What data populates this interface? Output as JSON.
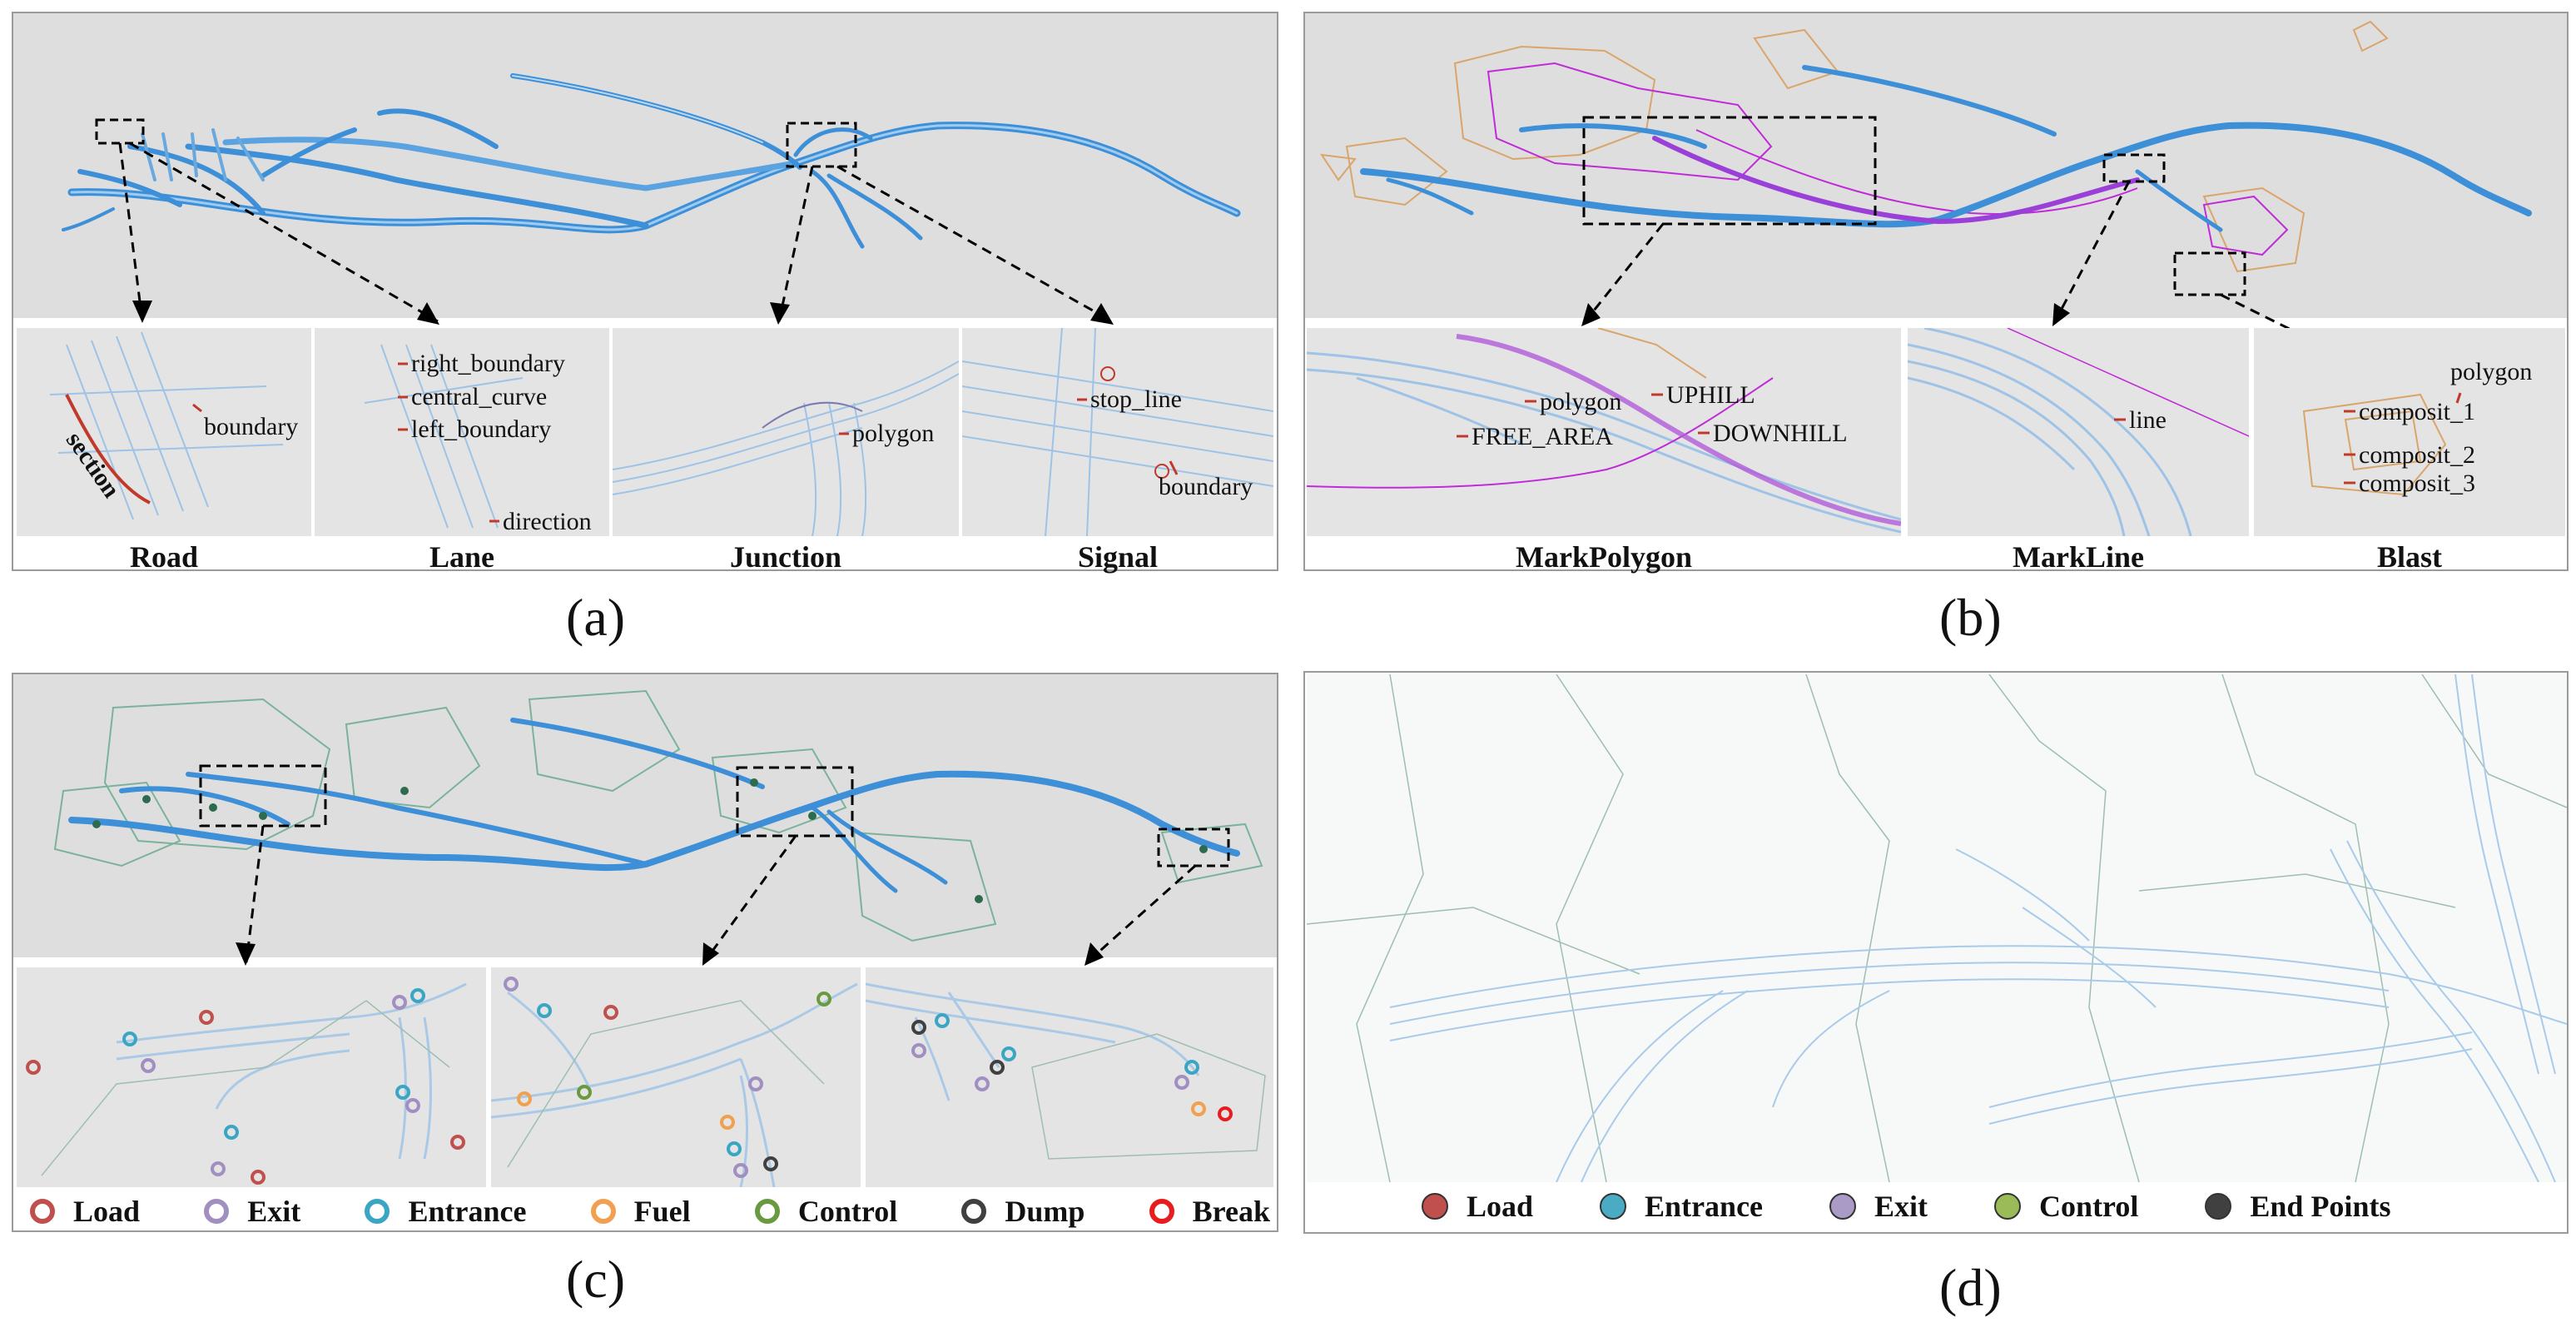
{
  "panels": {
    "a": {
      "label": "(a)",
      "captions": [
        "Road",
        "Lane",
        "Junction",
        "Signal"
      ],
      "annotations": {
        "road_boundary": "boundary",
        "road_section": "section",
        "lane_right": "right_boundary",
        "lane_central": "central_curve",
        "lane_left": "left_boundary",
        "lane_direction": "direction",
        "junction_polygon": "polygon",
        "signal_stop": "stop_line",
        "signal_boundary": "boundary"
      }
    },
    "b": {
      "label": "(b)",
      "captions": [
        "MarkPolygon",
        "MarkLine",
        "Blast"
      ],
      "annotations": {
        "mp_polygon": "polygon",
        "mp_uphill": "UPHILL",
        "mp_free": "FREE_AREA",
        "mp_downhill": "DOWNHILL",
        "ml_line": "line",
        "blast_polygon": "polygon",
        "blast_c1": "composit_1",
        "blast_c2": "composit_2",
        "blast_c3": "composit_3"
      }
    },
    "c": {
      "label": "(c)",
      "legend": [
        {
          "name": "Load",
          "color": "#c0504d"
        },
        {
          "name": "Exit",
          "color": "#a08fc0"
        },
        {
          "name": "Entrance",
          "color": "#3aa6c4"
        },
        {
          "name": "Fuel",
          "color": "#f0a050"
        },
        {
          "name": "Control",
          "color": "#6a9a40"
        },
        {
          "name": "Dump",
          "color": "#404040"
        },
        {
          "name": "Break",
          "color": "#e81c1c"
        }
      ]
    },
    "d": {
      "label": "(d)",
      "legend": [
        {
          "name": "Load",
          "color": "#c0504d"
        },
        {
          "name": "Entrance",
          "color": "#4aabc4"
        },
        {
          "name": "Exit",
          "color": "#a99ac6"
        },
        {
          "name": "Control",
          "color": "#9bbb59"
        },
        {
          "name": "End Points",
          "color": "#404040"
        }
      ]
    }
  }
}
